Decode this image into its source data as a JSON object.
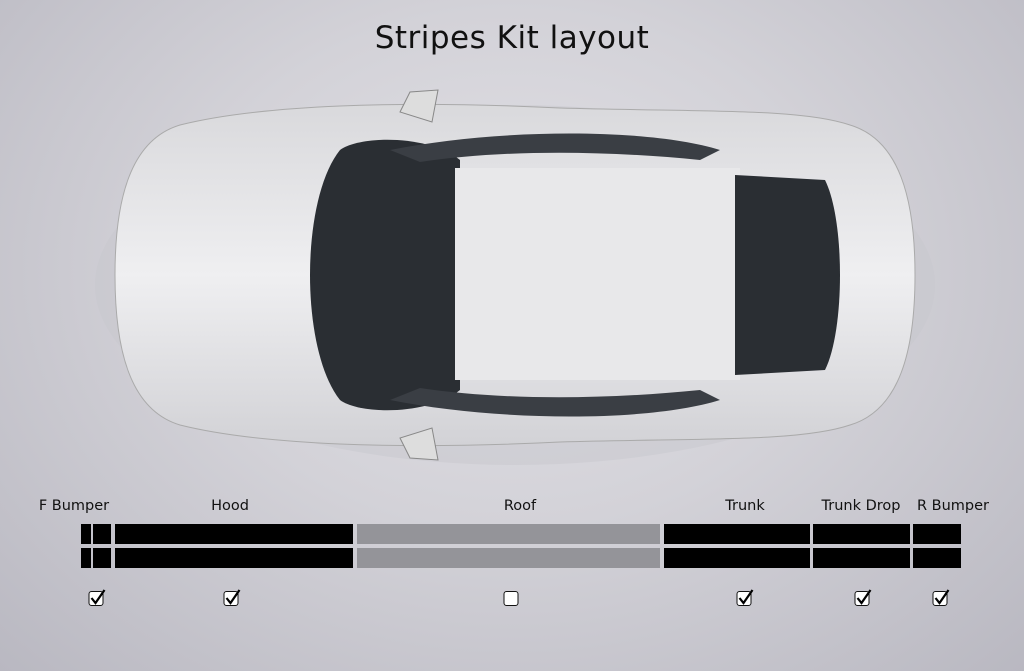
{
  "title": "Stripes Kit layout",
  "sections": [
    {
      "label": "F Bumper",
      "checked": true
    },
    {
      "label": "Hood",
      "checked": true
    },
    {
      "label": "Roof",
      "checked": false
    },
    {
      "label": "Trunk",
      "checked": true
    },
    {
      "label": "Trunk Drop",
      "checked": true
    },
    {
      "label": "R Bumper",
      "checked": true
    }
  ],
  "colors": {
    "stripe_on": "#000000",
    "stripe_off": "#949499"
  }
}
